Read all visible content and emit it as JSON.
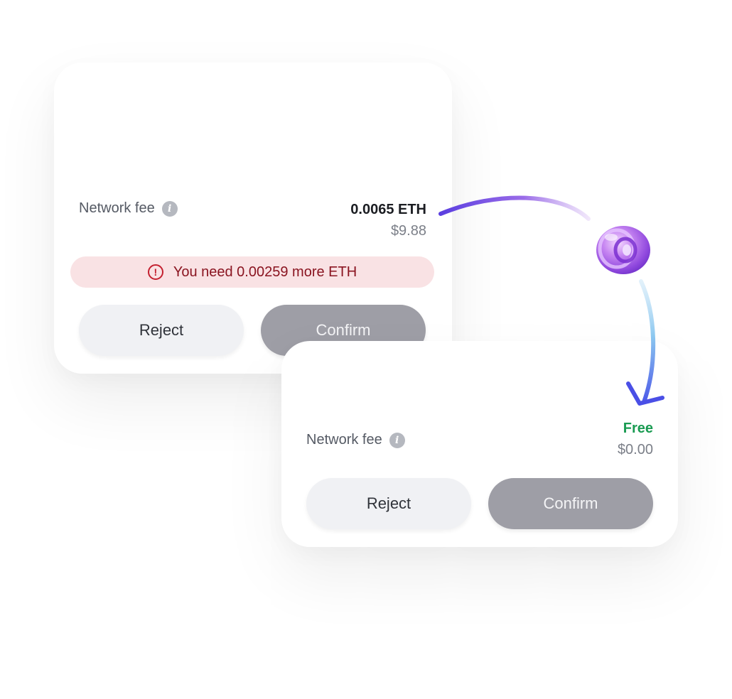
{
  "card_insufficient": {
    "fee_label": "Network fee",
    "fee_eth": "0.0065 ETH",
    "fee_usd": "$9.88",
    "error_message": "You need 0.00259 more ETH",
    "reject_label": "Reject",
    "confirm_label": "Confirm"
  },
  "card_sponsored": {
    "fee_label": "Network fee",
    "fee_status": "Free",
    "fee_usd": "$0.00",
    "reject_label": "Reject",
    "confirm_label": "Confirm"
  },
  "icons": {
    "info": "info-icon",
    "error": "error-icon",
    "arrow": "curved-arrow-icon",
    "orb": "glass-swirl-icon"
  },
  "colors": {
    "free_green": "#1a9b52",
    "error_bg": "#f9e2e4",
    "error_text": "#8a1420",
    "confirm_bg": "#9e9ea6",
    "reject_bg": "#f0f1f4",
    "arrow_start": "#5b3fe0",
    "arrow_end": "#4a55e8"
  }
}
